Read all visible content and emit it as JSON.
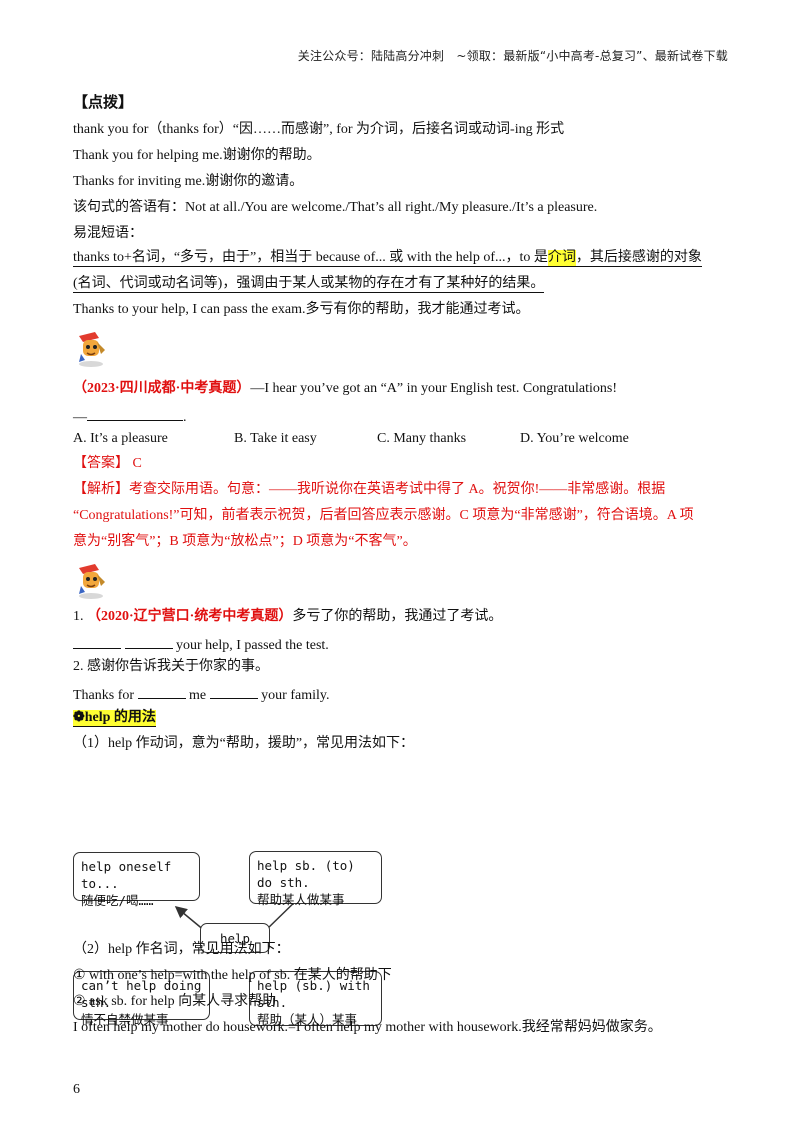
{
  "header": "关注公众号：陆陆高分冲刺　~领取：最新版“小中高考-总复习”、最新试卷下载",
  "tip_title": "【点拨】",
  "tip_lines": [
    "thank you for（thanks for）“因……而感谢”, for 为介词，后接名词或动词-ing 形式",
    "Thank you for helping me.谢谢你的帮助。",
    "Thanks for inviting me.谢谢你的邀请。",
    "该句式的答语有：Not at all./You are welcome./That’s all right./My pleasure./It’s a pleasure.",
    "易混短语："
  ],
  "confuse_1a": "thanks to+名词，“多亏，由于”，相当于 because of... 或 with the help of...，to 是",
  "confuse_1_hl": "介词",
  "confuse_1b": "，其后接感谢的对象",
  "confuse_2": "(名词、代词或动名词等)，强调由于某人或某物的存在才有了某种好的结果。",
  "confuse_example": "Thanks to your help, I can pass the exam.多亏有你的帮助，我才能通过考试。",
  "question": {
    "source": "（2023·四川成都·中考真题）",
    "text": "—I hear you’ve got an “A” in your English test. Congratulations!",
    "answer_dash": "—",
    "blank_end": ".",
    "options": [
      "A. It’s a pleasure",
      "B. Take it easy",
      "C. Many thanks",
      "D. You’re welcome"
    ],
    "answer_label": "【答案】",
    "answer_value": "C",
    "analysis_1": "【解析】考查交际用语。句意：——我听说你在英语考试中得了 A。祝贺你!——非常感谢。根据",
    "analysis_2": "“Congratulations!”可知，前者表示祝贺，后者回答应表示感谢。C 项意为“非常感谢”，符合语境。A 项",
    "analysis_3": "意为“别客气”；B 项意为“放松点”；D 项意为“不客气”。"
  },
  "practice": {
    "q1_num": "1.",
    "q1_source": "（2020·辽宁营口·统考中考真题）",
    "q1_text": "多亏了你的帮助，我通过了考试。",
    "q1_tail": "your help, I passed the test.",
    "q2": "2. 感谢你告诉我关于你家的事。",
    "q2_a": "Thanks for",
    "q2_b": "me",
    "q2_c": "your family."
  },
  "help_title": "❁help 的用法",
  "help_verb": "（1）help 作动词，意为“帮助，援助”，常见用法如下：",
  "diagram": {
    "tl_en": "help oneself to...",
    "tl_zh": "随便吃/喝……",
    "tr_en": "help sb. (to) do sth.",
    "tr_zh": "帮助某人做某事",
    "center": "help",
    "bl_en": "can’t help doing sth.",
    "bl_zh": "情不自禁做某事",
    "br_en": "help (sb.) with sth.",
    "br_zh": "帮助（某人）某事"
  },
  "help_noun": "（2）help 作名词，常见用法如下：",
  "noun_1": "①  with one’s help=with the help of sb. 在某人的帮助下",
  "noun_2": "②  ask sb. for help 向某人寻求帮助",
  "final_example": "I often help my mother do housework.=I often help my mother with housework.我经常帮妈妈做家务。",
  "page_number": "6"
}
